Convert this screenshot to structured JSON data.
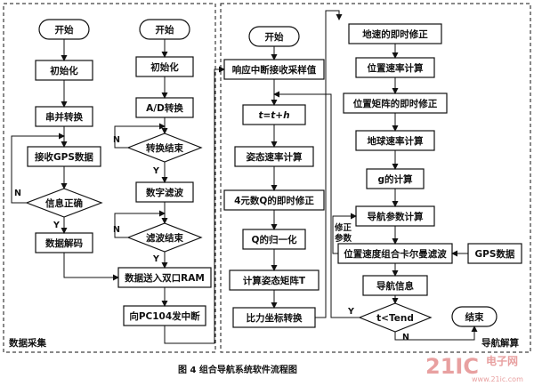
{
  "group_left": "数据采集",
  "group_right": "导航解算",
  "caption": "图 4    组合导航系统软件流程图",
  "watermark": {
    "brand": "21IC",
    "cn": "电子网",
    "url": "www.21ic.com"
  },
  "col1": {
    "start": "开始",
    "init": "初始化",
    "s2p": "串并转换",
    "recv_gps": "接收GPS数据",
    "info_ok": "信息正确",
    "decode": "数据解码",
    "n_label": "N",
    "y_label": "Y"
  },
  "col2": {
    "start": "开始",
    "init": "初始化",
    "ad": "A/D转换",
    "conv_done": "转换结束",
    "digital_filter": "数字滤波",
    "filter_done": "滤波结束",
    "to_ram": "数据送入双口RAM",
    "pc104_int": "向PC104发中断",
    "n1": "N",
    "y1": "Y",
    "n2": "N",
    "y2": "Y"
  },
  "col3": {
    "start": "开始",
    "irq_recv": "响应中断接收采样值",
    "t_update": "t=t+h",
    "attitude_rate": "姿态速率计算",
    "quat_update": "4元数Q的即时修正",
    "q_norm": "Q的归一化",
    "attitude_matrix": "计算姿态矩阵T",
    "specific_force": "比力坐标转换",
    "y_label": "Y"
  },
  "col4": {
    "ground_speed": "地速的即时修正",
    "pos_rate": "位置速率计算",
    "pos_matrix": "位置矩阵的即时修正",
    "earth_rate": "地球速率计算",
    "g_calc": "g的计算",
    "nav_params": "导航参数计算",
    "correction": [
      "修正",
      "参数"
    ],
    "kalman": "位置速度组合卡尔曼滤波",
    "gps_data": "GPS数据",
    "nav_info": "导航信息",
    "t_cond": "t<Tend",
    "end": "结束",
    "n_label": "N"
  }
}
